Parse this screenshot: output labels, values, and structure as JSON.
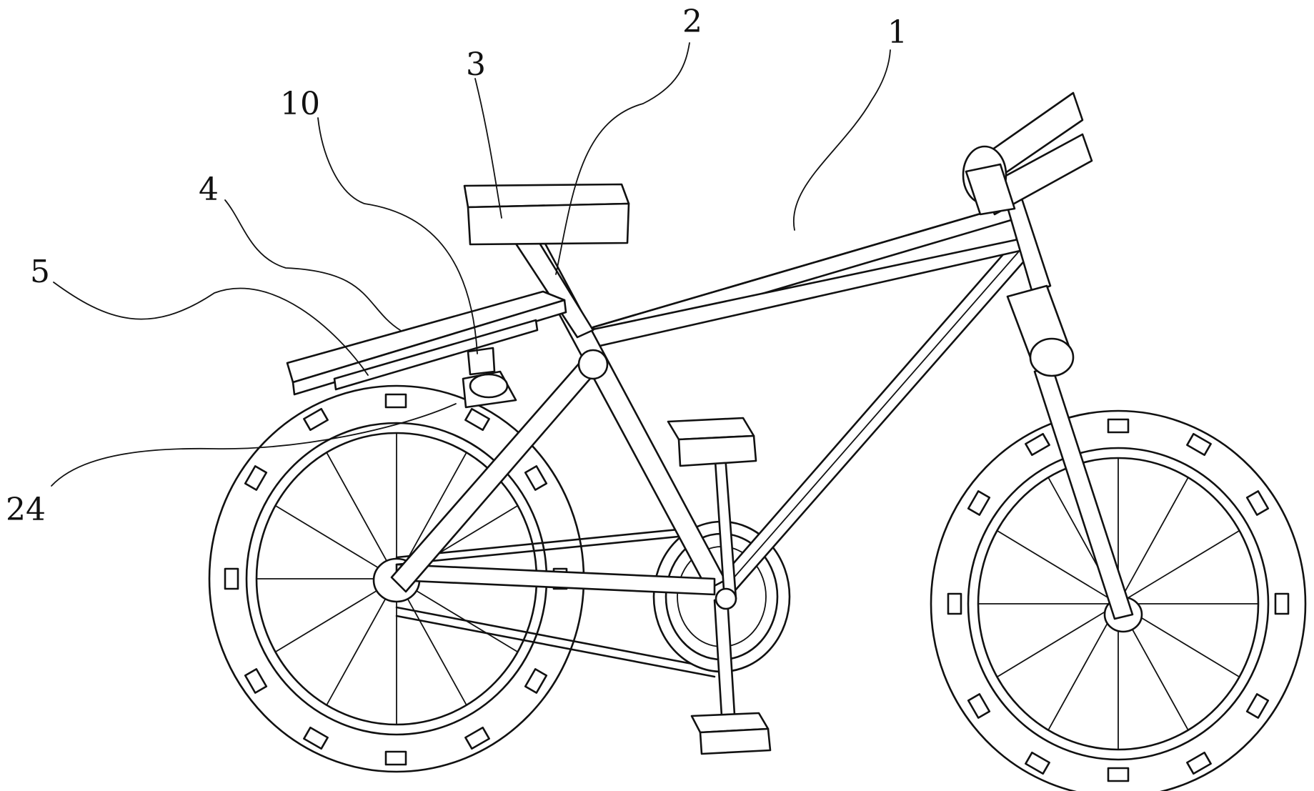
{
  "figure": {
    "labels": [
      {
        "id": "label-1",
        "text": "1"
      },
      {
        "id": "label-2",
        "text": "2"
      },
      {
        "id": "label-3",
        "text": "3"
      },
      {
        "id": "label-10",
        "text": "10"
      },
      {
        "id": "label-4",
        "text": "4"
      },
      {
        "id": "label-5",
        "text": "5"
      },
      {
        "id": "label-24",
        "text": "24"
      }
    ]
  }
}
